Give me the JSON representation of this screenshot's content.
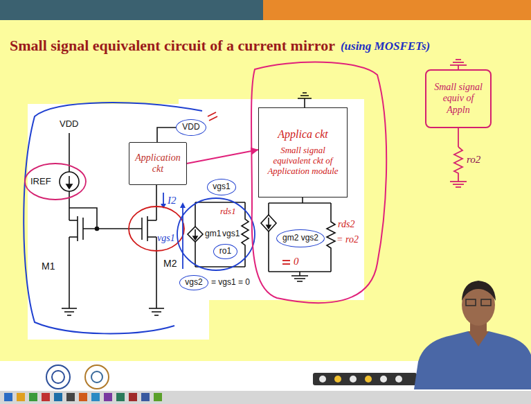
{
  "diagram": {
    "title": "Small signal equivalent circuit of a current mirror",
    "nodes": [
      {
        "text": [
          "Application ckt"
        ]
      },
      {
        "text": [
          "VDD"
        ]
      },
      {
        "text": [
          "vgs1"
        ]
      },
      {
        "text": [
          "ro1"
        ]
      },
      {
        "text": [
          "vgs2"
        ]
      },
      {
        "text": [
          "Applica ckt",
          "Small signal equivalent ckt of Application module"
        ]
      },
      {
        "text": [
          "gm2 vgs2"
        ]
      },
      {
        "text": [
          "Small signal equiv of Appln"
        ]
      }
    ],
    "edges": [
      {
        "from": 0,
        "to": 5,
        "arrow": "to"
      }
    ],
    "labels": [
      "(using MOSFETs)",
      "VDD",
      "IREF",
      "I2",
      "M1",
      "M2",
      "vgs1",
      "gm1",
      "vgs1",
      "rds1",
      "= vgs1 = 0",
      "rds2",
      "= ro2",
      "0",
      "ro2"
    ]
  }
}
